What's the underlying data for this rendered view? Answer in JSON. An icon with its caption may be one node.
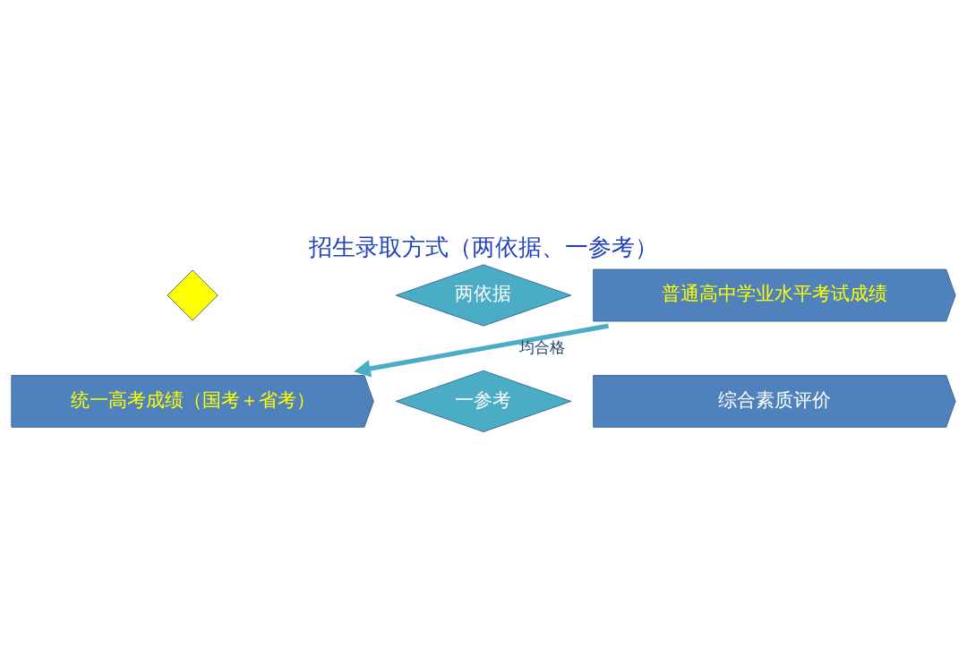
{
  "diagram": {
    "title": "招生录取方式（两依据、一参考）",
    "nodes": [
      {
        "text": [],
        "shape": "diamond"
      },
      {
        "text": [
          "两依据"
        ]
      },
      {
        "text": [
          "统一高考成绩（国考＋省考）"
        ]
      },
      {
        "text": [
          "普通高中学业水平考试成绩"
        ]
      },
      {
        "text": [
          "一参考"
        ]
      },
      {
        "text": [
          "综合素质评价"
        ]
      }
    ],
    "edges": [
      {
        "from": 3,
        "to": 2,
        "arrow": "to",
        "label": "均合格"
      }
    ]
  }
}
